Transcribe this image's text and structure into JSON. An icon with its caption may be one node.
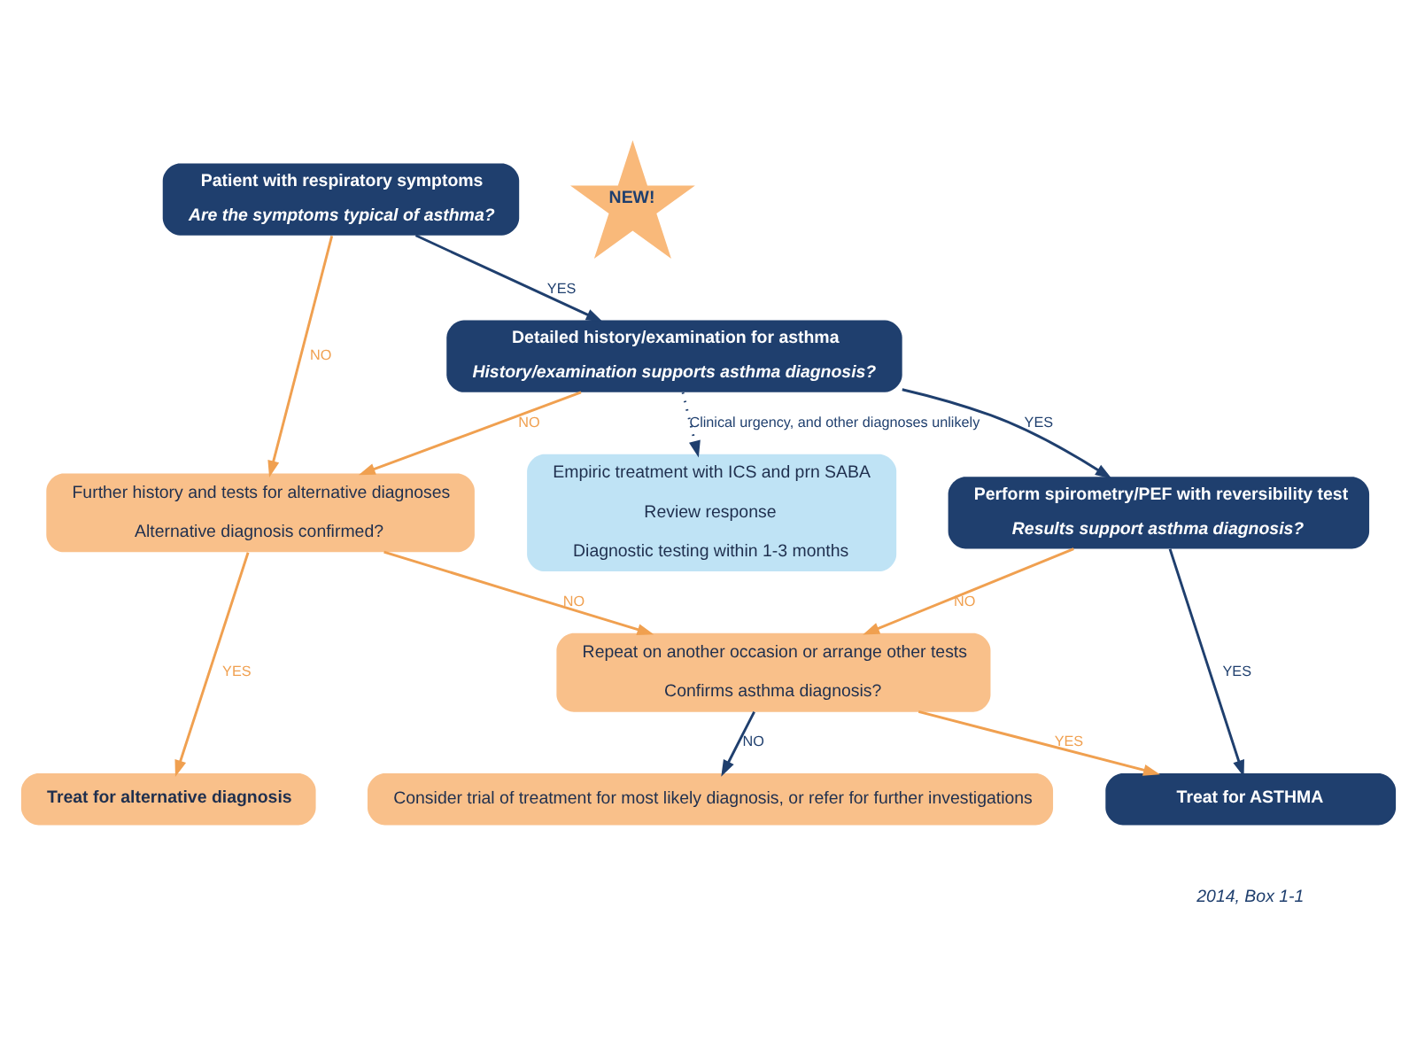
{
  "diagram": {
    "nodes": [
      {
        "text": [
          "Patient with respiratory symptoms",
          "Are the symptoms typical of asthma?"
        ]
      },
      {
        "text": [
          "Detailed history/examination for asthma",
          "History/examination supports asthma diagnosis?"
        ]
      },
      {
        "text": [
          "Further history and tests for alternative diagnoses",
          "Alternative diagnosis confirmed?"
        ]
      },
      {
        "text": [
          "Perform spirometry/PEF with reversibility test",
          "Results support asthma diagnosis?"
        ]
      },
      {
        "text": [
          "Repeat on another occasion or arrange other tests",
          "Confirms asthma diagnosis?"
        ]
      },
      {
        "text": [
          "Empiric treatment with ICS and prn SABA",
          "Review response",
          "Diagnostic testing within 1-3 months"
        ]
      },
      {
        "text": [
          "Consider trial of treatment for most likely diagnosis, or refer for further investigations"
        ]
      },
      {
        "text": [
          "Treat for ASTHMA"
        ]
      },
      {
        "text": [
          "Treat for alternative diagnosis"
        ]
      },
      {
        "text": [
          "NEW!"
        ]
      }
    ],
    "edges": [
      {
        "from": 0,
        "to": 1,
        "arrow": "to",
        "label": "YES",
        "color": "#1f3f6e"
      },
      {
        "from": 0,
        "to": 2,
        "arrow": "to",
        "label": "NO",
        "color": "#f0a050"
      },
      {
        "from": 1,
        "to": 3,
        "arrow": "to",
        "label": "YES",
        "color": "#1f3f6e"
      },
      {
        "from": 1,
        "to": 2,
        "arrow": "to",
        "label": "NO",
        "color": "#f0a050"
      },
      {
        "from": 1,
        "to": 5,
        "arrow": "to",
        "label": "Clinical urgency, and other diagnoses unlikely",
        "style": "dashed",
        "color": "#1f3f6e"
      },
      {
        "from": 3,
        "to": 4,
        "arrow": "to",
        "label": "NO",
        "color": "#f0a050"
      },
      {
        "from": 4,
        "to": 7,
        "arrow": "to",
        "label": "YES",
        "color": "#f0a050"
      },
      {
        "from": 2,
        "to": 4,
        "arrow": "to",
        "label": "NO",
        "color": "#f0a050"
      },
      {
        "from": 3,
        "to": 7,
        "arrow": "to",
        "label": "YES",
        "color": "#1f3f6e"
      },
      {
        "from": 4,
        "to": 6,
        "arrow": "to",
        "label": "NO",
        "color": "#1f3f6e"
      },
      {
        "from": 2,
        "to": 8,
        "arrow": "to",
        "label": "YES",
        "color": "#f0a050"
      }
    ],
    "labels": [
      "2014, Box 1-1"
    ]
  }
}
